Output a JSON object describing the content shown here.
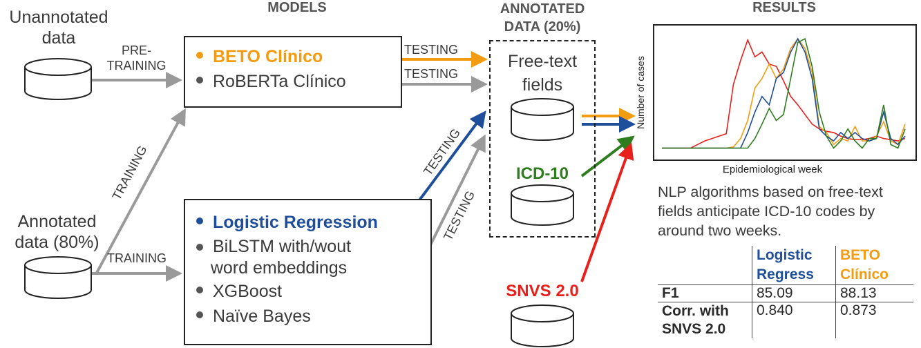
{
  "headers": {
    "models": "MODELS",
    "annotated": "ANNOTATED\nDATA (20%)",
    "results": "RESULTS"
  },
  "data_sources": {
    "unannotated": "Unannotated\ndata",
    "annotated": "Annotated\ndata (80%)"
  },
  "flow_labels": {
    "pretraining": "PRE-\nTRAINING",
    "training_up": "TRAINING",
    "training_right": "TRAINING",
    "testing_beto": "TESTING",
    "testing_roberta": "TESTING",
    "testing_logreg": "TESTING",
    "testing_others": "TESTING"
  },
  "top_models": [
    {
      "label": "BETO Clínico",
      "color": "#f39c12",
      "bold": true
    },
    {
      "label": "RoBERTa Clínico",
      "color": "#555555",
      "bold": false
    }
  ],
  "bottom_models": [
    {
      "label": "Logistic Regression",
      "color": "#1f4e9a",
      "bold": true
    },
    {
      "label": "BiLSTM with/wout\n   word embeddings",
      "color": "#555555",
      "bold": false
    },
    {
      "label": "XGBoost",
      "color": "#555555",
      "bold": false
    },
    {
      "label": "Naïve Bayes",
      "color": "#555555",
      "bold": false
    }
  ],
  "annotated_sources": {
    "free_text": "Free-text\nfields",
    "icd10": "ICD-10",
    "snvs": "SNVS 2.0"
  },
  "colors": {
    "orange": "#f39c12",
    "blue": "#1f4e9a",
    "green": "#2e7d1e",
    "red": "#e8201c",
    "gray": "#9a9a9a"
  },
  "chart_data": {
    "type": "line",
    "xlabel": "Epidemiological week",
    "ylabel": "Number of cases",
    "x": [
      1,
      2,
      3,
      4,
      5,
      6,
      7,
      8,
      9,
      10,
      11,
      12,
      13,
      14,
      15,
      16,
      17,
      18,
      19,
      20,
      21,
      22,
      23,
      24,
      25,
      26,
      27,
      28,
      29,
      30,
      31,
      32,
      33,
      34,
      35
    ],
    "ylim": [
      0,
      100
    ],
    "grid": false,
    "series": [
      {
        "color": "#e8201c",
        "values": [
          2,
          2,
          2,
          2,
          2,
          5,
          8,
          10,
          12,
          14,
          55,
          75,
          92,
          78,
          82,
          72,
          70,
          58,
          45,
          38,
          30,
          22,
          18,
          16,
          15,
          12,
          10,
          9,
          9,
          10,
          12,
          10,
          9,
          8,
          10
        ]
      },
      {
        "color": "#f39c12",
        "values": [
          2,
          2,
          2,
          2,
          2,
          2,
          2,
          2,
          2,
          2,
          3,
          10,
          25,
          52,
          60,
          72,
          60,
          68,
          85,
          93,
          85,
          65,
          20,
          15,
          5,
          10,
          8,
          20,
          8,
          8,
          12,
          24,
          8,
          5,
          22
        ]
      },
      {
        "color": "#1f4e9a",
        "values": [
          2,
          2,
          2,
          2,
          2,
          2,
          2,
          2,
          2,
          2,
          2,
          2,
          15,
          32,
          45,
          38,
          60,
          65,
          82,
          93,
          82,
          60,
          18,
          12,
          8,
          15,
          10,
          15,
          10,
          8,
          10,
          32,
          10,
          5,
          12
        ]
      },
      {
        "color": "#2e7d1e",
        "values": [
          2,
          2,
          2,
          2,
          2,
          2,
          2,
          2,
          2,
          2,
          2,
          2,
          2,
          10,
          22,
          35,
          25,
          30,
          60,
          90,
          93,
          70,
          32,
          12,
          2,
          8,
          18,
          8,
          2,
          10,
          10,
          38,
          5,
          2,
          18
        ]
      }
    ]
  },
  "conclusion": "NLP algorithms based on free-text\nfields anticipate ICD-10 codes by\naround two weeks.",
  "results_table": {
    "col_logreg": "Logistic\nRegress",
    "col_beto": "BETO\nClínico",
    "rows": [
      {
        "label": "F1",
        "logreg": "85.09",
        "beto": "88.13"
      },
      {
        "label": "Corr. with\nSNVS 2.0",
        "logreg": "0.840",
        "beto": "0.873"
      }
    ]
  }
}
